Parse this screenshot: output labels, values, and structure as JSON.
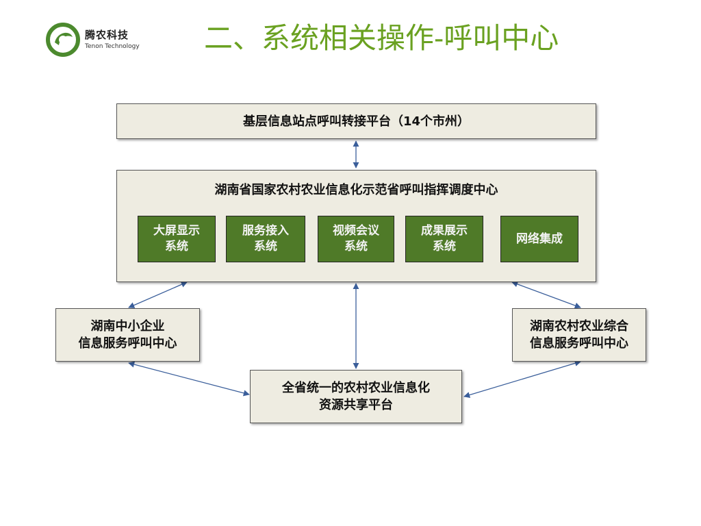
{
  "header": {
    "logo_name": "腾农科技",
    "logo_sub": "Tenon Technology",
    "title": "二、系统相关操作-呼叫中心"
  },
  "diagram": {
    "top_box": "基层信息站点呼叫转接平台（14个市州）",
    "center_box": {
      "title": "湖南省国家农村农业信息化示范省呼叫指挥调度中心",
      "systems": [
        "大屏显示\n系统",
        "服务接入\n系统",
        "视频会议\n系统",
        "成果展示\n系统",
        "网络集成"
      ]
    },
    "left_box": "湖南中小企业\n信息服务呼叫中心",
    "right_box": "湖南农村农业综合\n信息服务呼叫中心",
    "bottom_box": "全省统一的农村农业信息化\n资源共享平台",
    "colors": {
      "box_fill": "#eeece1",
      "system_fill": "#4f7a28",
      "arrow": "#3a5e9a",
      "title": "#6aa121"
    }
  }
}
